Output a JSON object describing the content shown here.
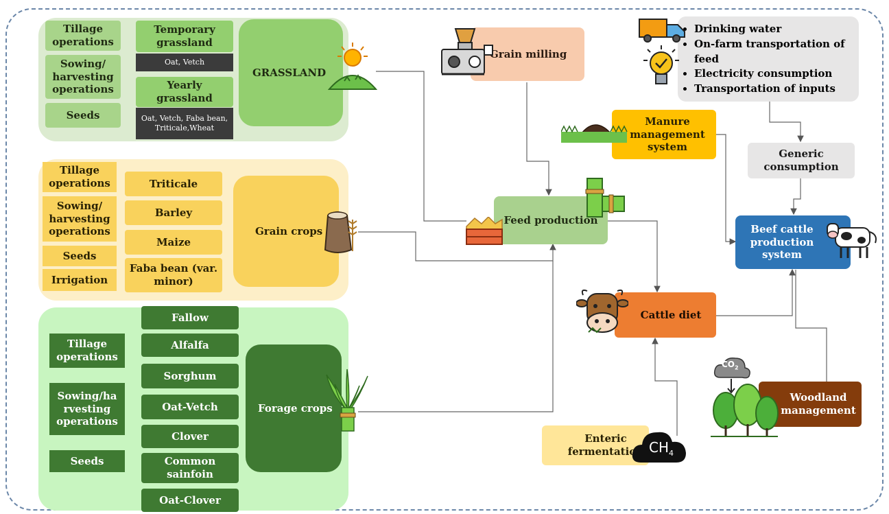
{
  "grassland": {
    "left_items": [
      "Tillage operations",
      "Sowing/ harvesting operations",
      "Seeds"
    ],
    "temporary_label": "Temporary grassland",
    "temporary_crops": "Oat, Vetch",
    "yearly_label": "Yearly grassland",
    "yearly_crops": "Oat, Vetch, Faba bean, Triticale,Wheat",
    "main": "GRASSLAND"
  },
  "grain": {
    "left_items": [
      "Tillage operations",
      "Sowing/ harvesting operations",
      "Seeds",
      "Irrigation"
    ],
    "crops": [
      "Triticale",
      "Barley",
      "Maize",
      "Faba bean (var. minor)"
    ],
    "main": "Grain crops"
  },
  "forage": {
    "left_items": [
      "Tillage operations",
      "Sowing/ha rvesting operations",
      "Seeds"
    ],
    "crops": [
      "Fallow",
      "Alfalfa",
      "Sorghum",
      "Oat-Vetch",
      "Clover",
      "Common sainfoin",
      "Oat-Clover"
    ],
    "main": "Forage crops"
  },
  "center": {
    "grain_milling": "Grain milling",
    "feed_production": "Feed production",
    "manure": "Manure management system",
    "cattle_diet": "Cattle diet",
    "enteric": "Enteric fermentation",
    "ch4": "CH",
    "ch4_sub": "4",
    "co2": "CO",
    "co2_sub": "2",
    "woodland": "Woodland management"
  },
  "right": {
    "consumption_items": [
      "Drinking water",
      "On-farm transportation of feed",
      "Electricity consumption",
      "Transportation of inputs"
    ],
    "generic": "Generic consumption",
    "beef": "Beef cattle production system"
  },
  "colors": {
    "grassland_panel": "#dcebd0",
    "grain_panel": "#fdefc8",
    "forage_panel": "#c8f5c0",
    "feed": "#a9d18e",
    "manure": "#ffc000",
    "cattle_diet": "#ed7d31",
    "enteric": "#ffe699",
    "woodland": "#843c0c",
    "generic": "#e7e6e6",
    "beef": "#2e75b6",
    "milling": "#f8cbad"
  }
}
